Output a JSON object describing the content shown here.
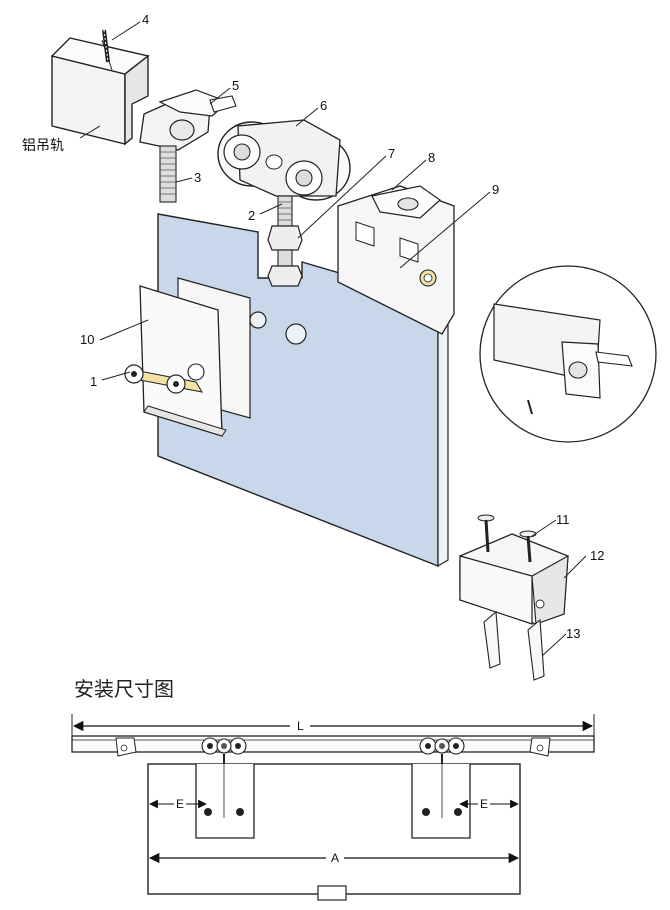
{
  "callouts": {
    "c1": "1",
    "c2": "2",
    "c3": "3",
    "c4": "4",
    "c5": "5",
    "c6": "6",
    "c7": "7",
    "c8": "8",
    "c9": "9",
    "c10": "10",
    "c11": "11",
    "c12": "12",
    "c13": "13"
  },
  "rail_label": "铝吊轨",
  "section_title": "安装尺寸图",
  "dimensions": {
    "L": "L",
    "A": "A",
    "E_left": "E",
    "E_right": "E"
  },
  "colors": {
    "glass": "#c8d7ea",
    "line": "#222222",
    "metal": "#f4f4f4"
  }
}
